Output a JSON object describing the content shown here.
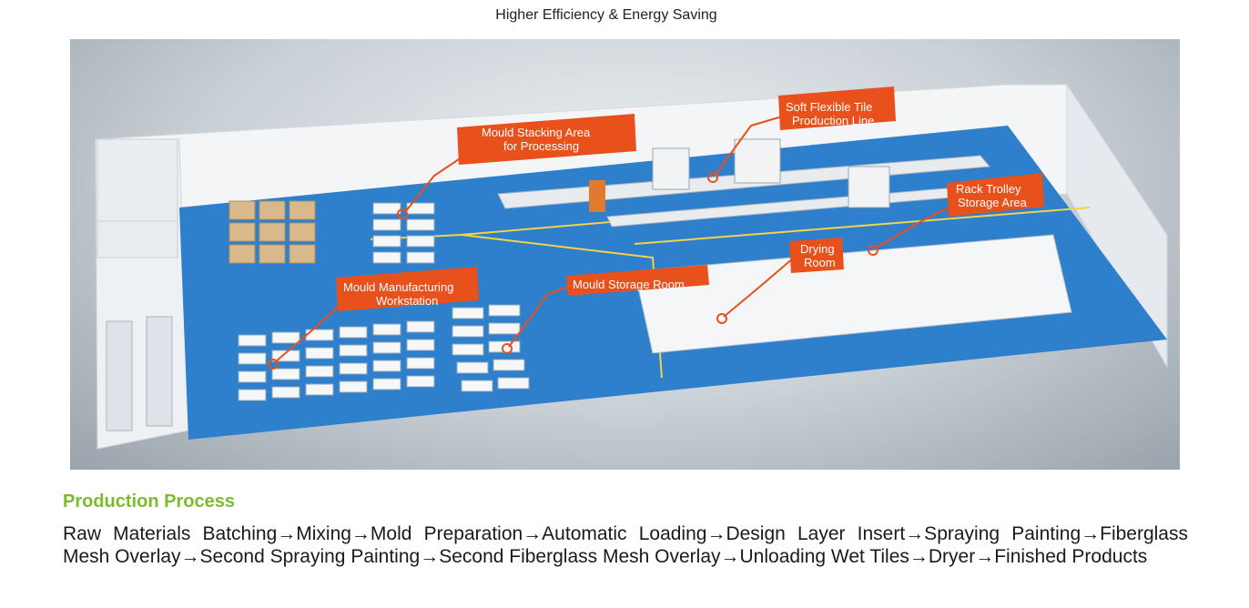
{
  "header": {
    "title": "Higher Efficiency & Energy Saving"
  },
  "diagram": {
    "labels": {
      "mould_stacking_1": "Mould Stacking Area",
      "mould_stacking_2": "for Processing",
      "soft_tile_1": "Soft Flexible Tile",
      "soft_tile_2": "Production Line",
      "rack_trolley_1": "Rack Trolley",
      "rack_trolley_2": "Storage Area",
      "drying_1": "Drying",
      "drying_2": "Room",
      "mould_storage": "Mould Storage Room",
      "mould_manufacturing_1": "Mould Manufacturing",
      "mould_manufacturing_2": "Workstation"
    },
    "colors": {
      "callout": "#e8501c",
      "floor": "#2e7fcc",
      "wall": "#f2f4f6"
    }
  },
  "section": {
    "heading": "Production Process",
    "text": "Raw Materials Batching→Mixing→Mold Preparation→Automatic Loading→Design Layer Insert→Spraying Painting→Fiberglass Mesh Overlay→Second Spraying Painting→Second Fiberglass Mesh Overlay→Unloading Wet Tiles→Dryer→Finished Products"
  }
}
